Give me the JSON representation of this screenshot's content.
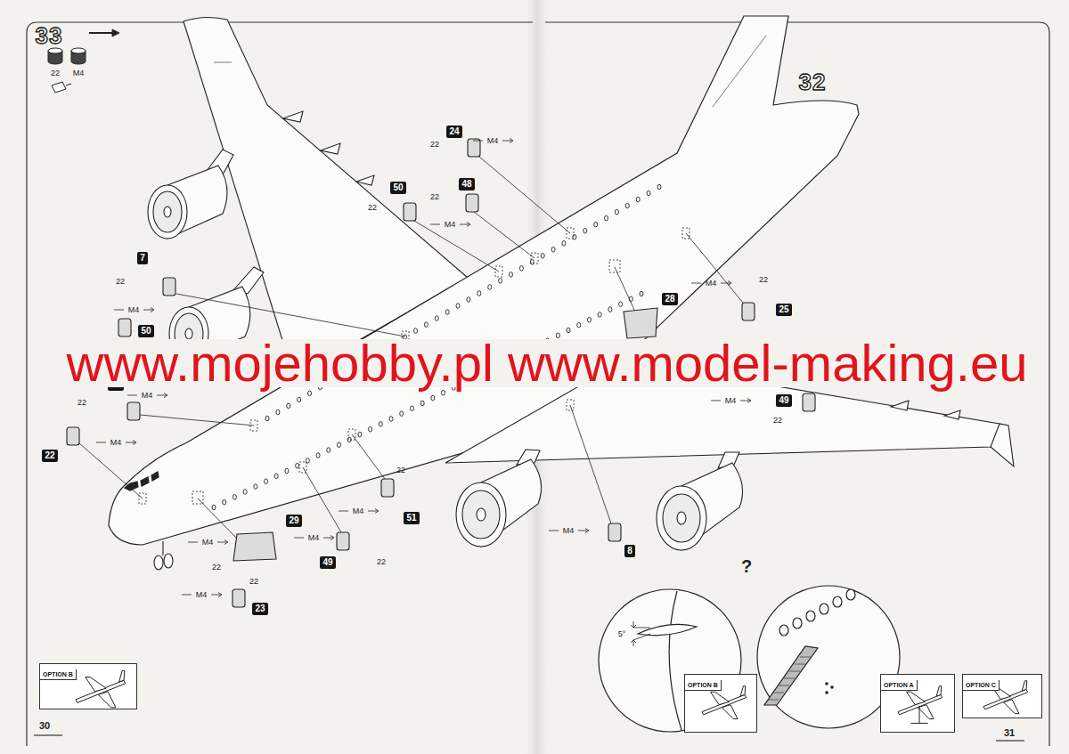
{
  "diagram": {
    "nodes": [
      {
        "text": [
          "24"
        ]
      },
      {
        "text": [
          "50"
        ]
      },
      {
        "text": [
          "48"
        ]
      },
      {
        "text": [
          "7"
        ]
      },
      {
        "text": [
          "28"
        ]
      },
      {
        "text": [
          "25"
        ]
      },
      {
        "text": [
          "50"
        ]
      },
      {
        "text": [
          "49"
        ]
      },
      {
        "text": [
          "48"
        ]
      },
      {
        "text": [
          "22"
        ]
      },
      {
        "text": [
          "51"
        ]
      },
      {
        "text": [
          "29"
        ]
      },
      {
        "text": [
          "8"
        ]
      },
      {
        "text": [
          "49"
        ]
      },
      {
        "text": [
          "23"
        ]
      },
      {
        "text": [
          "OPTION B"
        ]
      },
      {
        "text": [
          "OPTION B"
        ]
      },
      {
        "text": [
          "OPTION A"
        ]
      },
      {
        "text": [
          "OPTION C"
        ]
      }
    ],
    "labels": [
      "33",
      "22",
      "M4",
      "32",
      "22",
      "M4",
      "22",
      "M4",
      "22",
      "22",
      "M4",
      "M4",
      "22",
      "M4",
      "22",
      "M4",
      "22",
      "M4",
      "M4",
      "22",
      "22",
      "M4",
      "M4",
      "22",
      "M4",
      "22",
      "M4",
      "?",
      "5°",
      "30",
      "31",
      "www.mojehobby.pl www.model-making.eu"
    ]
  }
}
